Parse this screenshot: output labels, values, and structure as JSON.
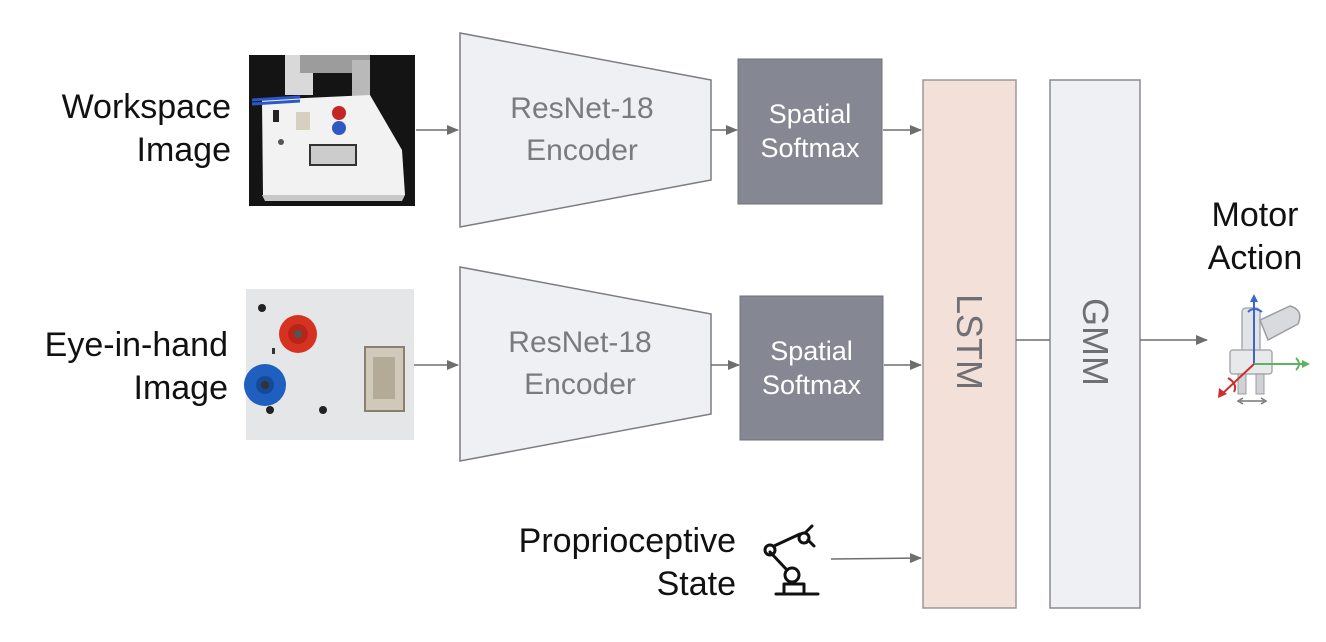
{
  "inputs": {
    "workspace_label": [
      "Workspace",
      "Image"
    ],
    "eye_in_hand_label": [
      "Eye-in-hand",
      "Image"
    ],
    "proprio_label": [
      "Proprioceptive",
      "State"
    ]
  },
  "encoders": {
    "top_label": [
      "ResNet-18",
      "Encoder"
    ],
    "bottom_label": [
      "ResNet-18",
      "Encoder"
    ]
  },
  "softmax": {
    "top_label": [
      "Spatial",
      "Softmax"
    ],
    "bottom_label": [
      "Spatial",
      "Softmax"
    ]
  },
  "lstm": {
    "label": "LSTM"
  },
  "gmm": {
    "label": "GMM"
  },
  "output": {
    "label": [
      "Motor",
      "Action"
    ]
  },
  "colors": {
    "encoder_fill": "#eff0f4",
    "encoder_stroke": "#7c7c82",
    "softmax_fill": "#858893",
    "lstm_fill": "#f2e0d9",
    "gmm_fill": "#eff0f4",
    "arrow": "#6e6e6e"
  },
  "icons": {
    "proprio_icon": "robot-arm-icon",
    "action_icon": "gripper-axes-icon"
  }
}
